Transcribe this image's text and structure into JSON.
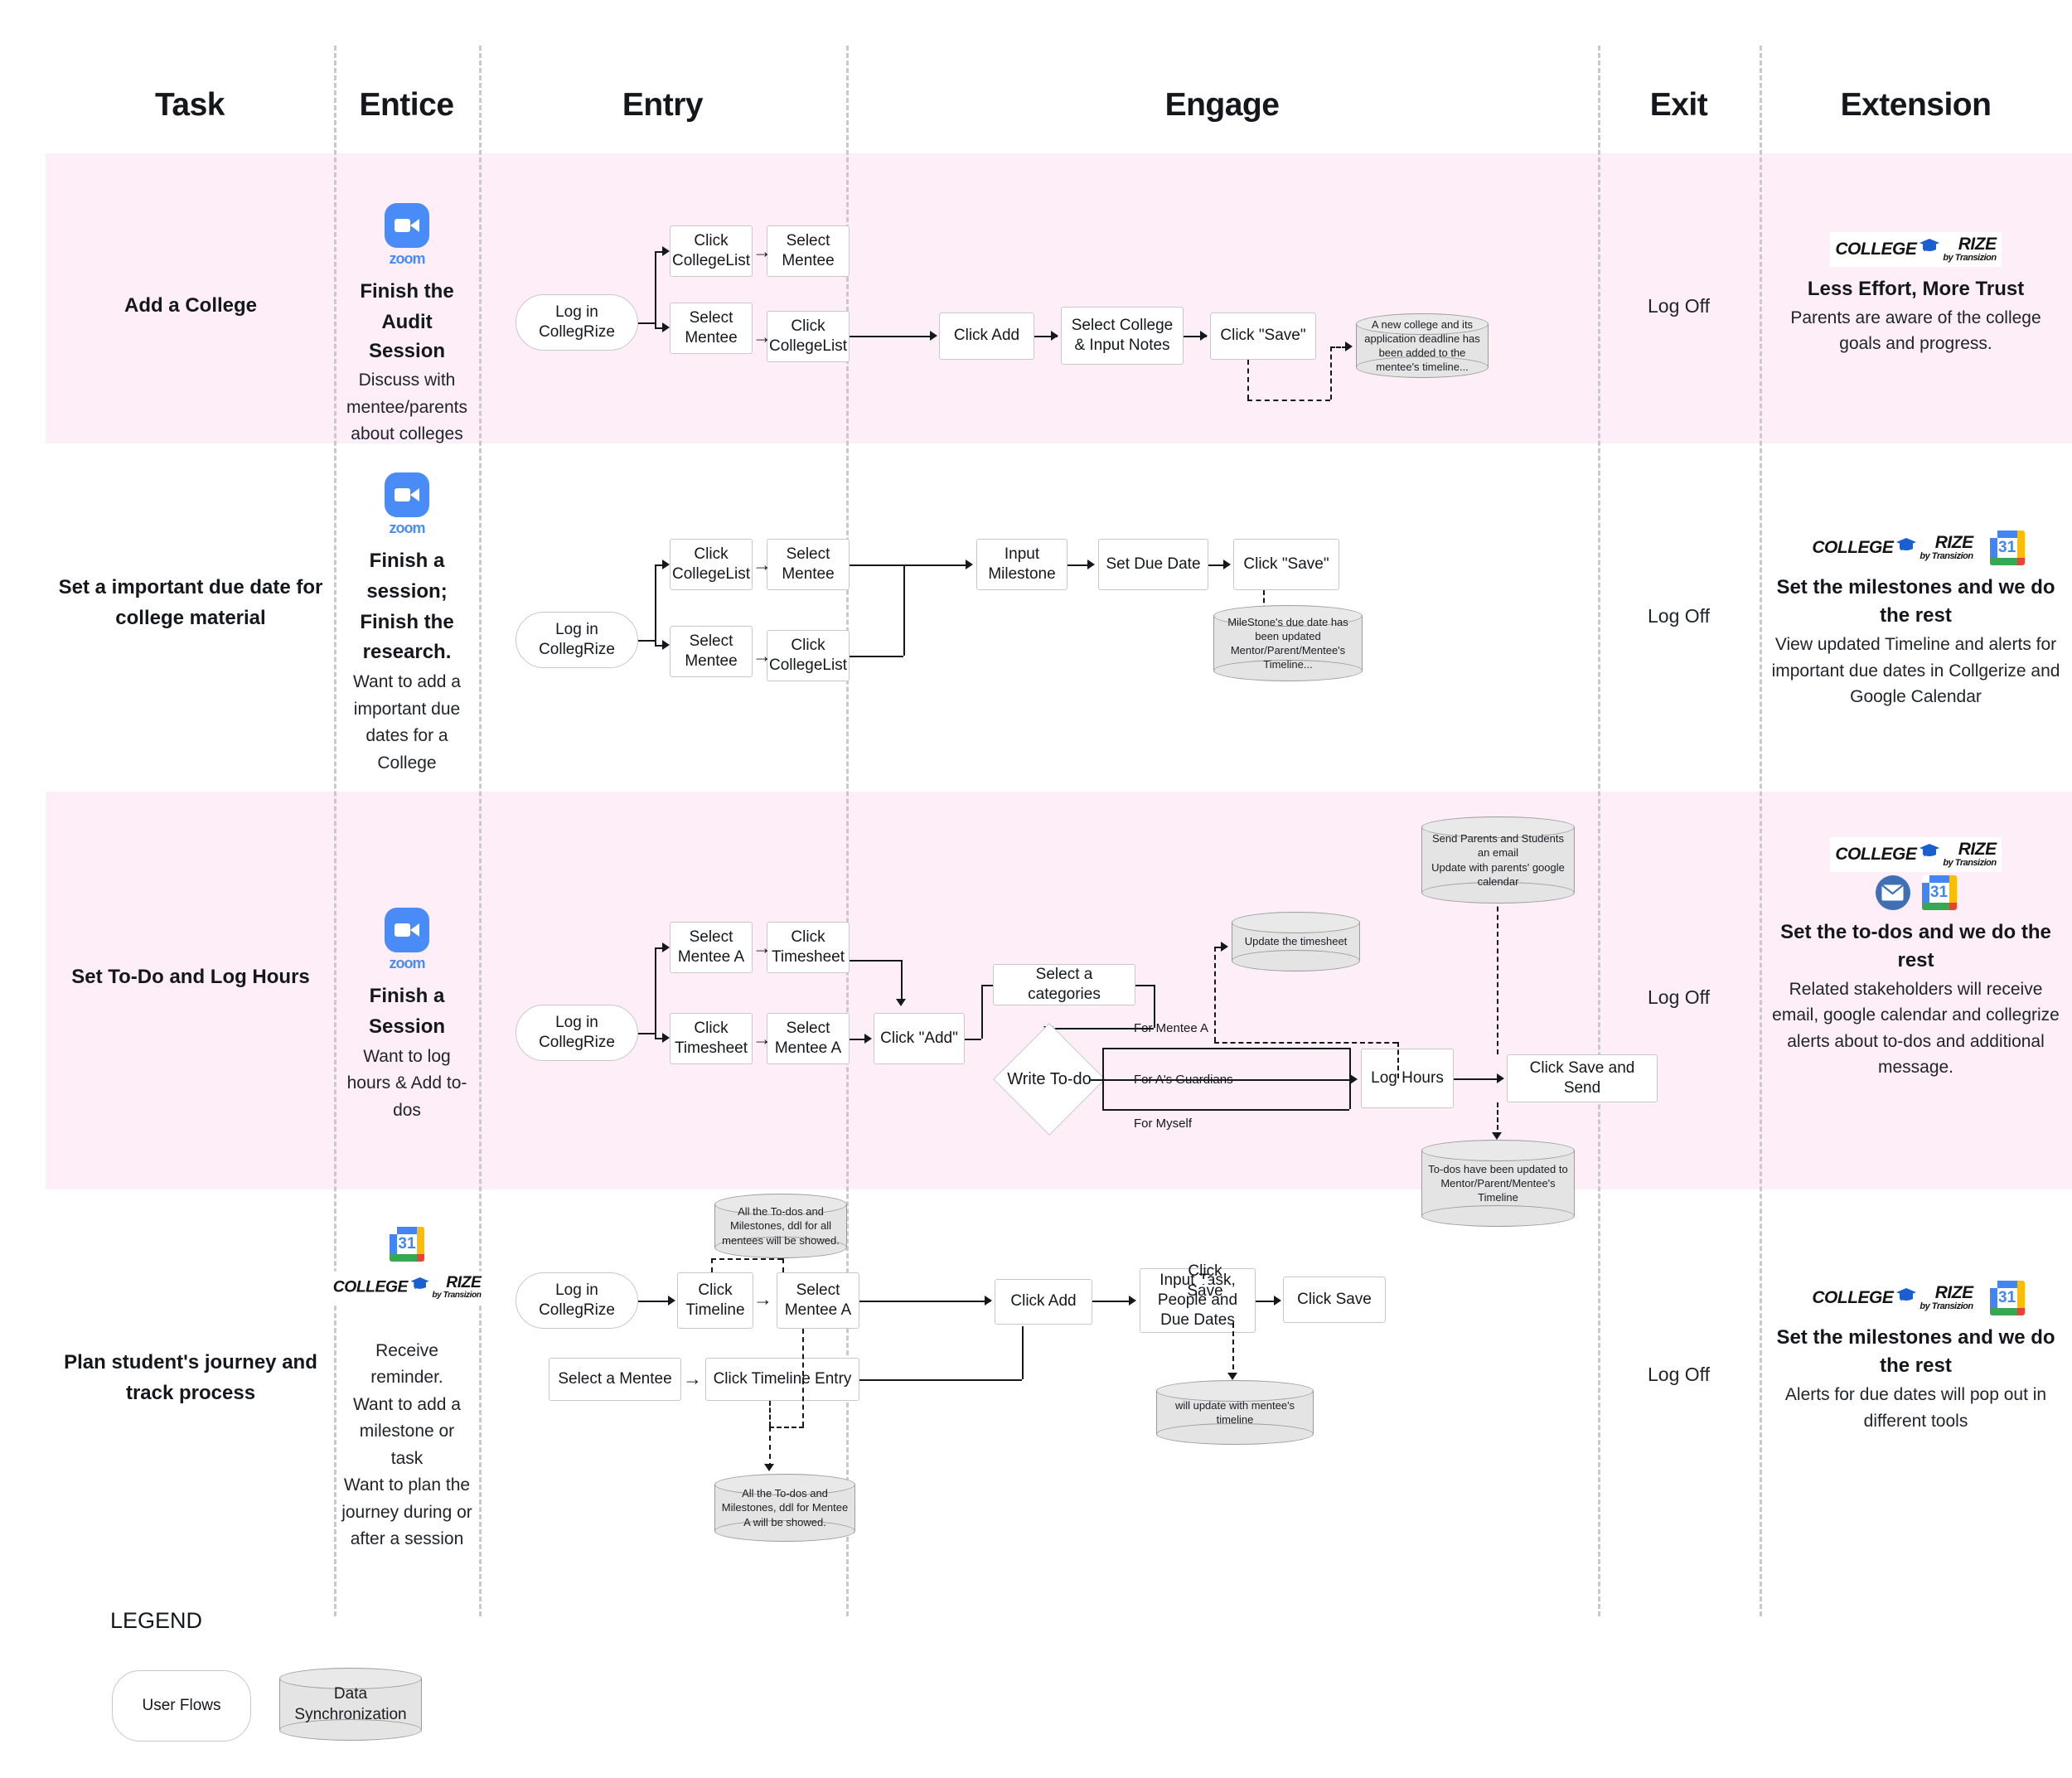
{
  "columns": [
    {
      "key": "task",
      "label": "Task"
    },
    {
      "key": "entice",
      "label": "Entice"
    },
    {
      "key": "entry",
      "label": "Entry"
    },
    {
      "key": "engage",
      "label": "Engage"
    },
    {
      "key": "exit",
      "label": "Exit"
    },
    {
      "key": "extension",
      "label": "Extension"
    }
  ],
  "legend": {
    "title": "LEGEND",
    "user_flows": "User Flows",
    "data_sync": "Data Synchronization"
  },
  "brand": {
    "collegerize_main": "COLLEGE",
    "collegerize_main2": "RIZE",
    "collegerize_sub": "by Transizion",
    "zoom_word": "zoom",
    "gcal_day": "31"
  },
  "rows": [
    {
      "id": "row-add-a-college",
      "task": "Add a College",
      "entice": {
        "icon": "zoom-icon",
        "strong_lines": [
          "Finish the",
          "Audit Session"
        ],
        "body": "Discuss with mentee/parents about colleges"
      },
      "entry": {
        "start": "Log in CollegRize",
        "branch_top": [
          "Click CollegeList",
          "Select Mentee"
        ],
        "branch_bottom": [
          "Select Mentee",
          "Click CollegeList"
        ]
      },
      "engage": {
        "steps": [
          "Click Add",
          "Select College & Input Notes",
          "Click \"Save\""
        ],
        "data": "A new college and its application deadline has been added to the mentee's timeline..."
      },
      "exit": "Log Off",
      "extension": {
        "logos": [
          "collegerize"
        ],
        "strong": "Less Effort, More Trust",
        "body": "Parents are aware of the college goals and progress."
      }
    },
    {
      "id": "row-set-due-date",
      "task": "Set a important due date for college material",
      "entice": {
        "icon": "zoom-icon",
        "strong_lines": [
          "Finish a",
          "session;",
          "Finish the",
          "research."
        ],
        "body": "Want  to add a important due dates for a College"
      },
      "entry": {
        "start": "Log in CollegRize",
        "branch_top": [
          "Click CollegeList",
          "Select Mentee"
        ],
        "branch_bottom": [
          "Select Mentee",
          "Click CollegeList"
        ]
      },
      "engage": {
        "steps": [
          "Input Milestone",
          "Set Due Date",
          "Click \"Save\""
        ],
        "data": "MileStone's due date has been updated Mentor/Parent/Mentee's Timeline..."
      },
      "exit": "Log Off",
      "extension": {
        "logos": [
          "collegerize",
          "gcal"
        ],
        "strong": "Set the milestones and we do the rest",
        "body": "View updated Timeline and alerts for important due dates in Collgerize and Google Calendar"
      }
    },
    {
      "id": "row-todo-log-hours",
      "task": "Set To-Do and Log Hours",
      "entice": {
        "icon": "zoom-icon",
        "strong_lines": [
          "Finish a",
          "Session"
        ],
        "body": "Want to log hours & Add to-dos"
      },
      "entry": {
        "start": "Log in CollegRize",
        "branch_top": [
          "Select Mentee A",
          "Click Timesheet"
        ],
        "branch_bottom": [
          "Click Timesheet",
          "Select Mentee A"
        ]
      },
      "engage": {
        "add_btn": "Click \"Add\"",
        "category": "Select a categories",
        "decision": "Write To-do",
        "edge_labels": [
          "For Mentee A",
          "For A's Guardians",
          "For Myself"
        ],
        "log_hours": "Log Hours",
        "save_send": "Click Save and Send",
        "data_timesheet": "Update the timesheet",
        "data_email": "Send Parents and Students an email\nUpdate with parents' google calendar",
        "data_todos": "To-dos have been updated to Mentor/Parent/Mentee's Timeline"
      },
      "exit": "Log Off",
      "extension": {
        "logos": [
          "collegerize",
          "mail",
          "gcal"
        ],
        "strong": "Set the to-dos and we do the rest",
        "body": "Related stakeholders will receive email, google calendar and collegrize alerts about to-dos and additional message."
      }
    },
    {
      "id": "row-plan-journey",
      "task": "Plan student's journey and track process",
      "entice": {
        "icon": "gcal-and-collegerize",
        "strong_lines": [],
        "body": "Receive reminder.\nWant to add a milestone or task\nWant to plan the journey during or after a session"
      },
      "entry": {
        "start": "Log in CollegRize",
        "branch_top": [
          "Click Timeline",
          "Select Mentee A"
        ],
        "branch_bottom": [
          "Select a Mentee",
          "Click Timeline Entry"
        ],
        "data_top": "All the To-dos and Milestones, ddl for all mentees will be showed.",
        "data_bottom": "All the To-dos and Milestones, ddl for Mentee A will be showed."
      },
      "engage": {
        "steps": [
          "Click Add",
          "Input Task, People and Due Dates",
          "Click Save"
        ],
        "data": "will update with mentee's timeline"
      },
      "exit": "Log Off",
      "extension": {
        "logos": [
          "collegerize",
          "gcal"
        ],
        "strong": "Set the milestones and we do the rest",
        "body": "Alerts for due dates will pop out in different tools"
      }
    }
  ]
}
